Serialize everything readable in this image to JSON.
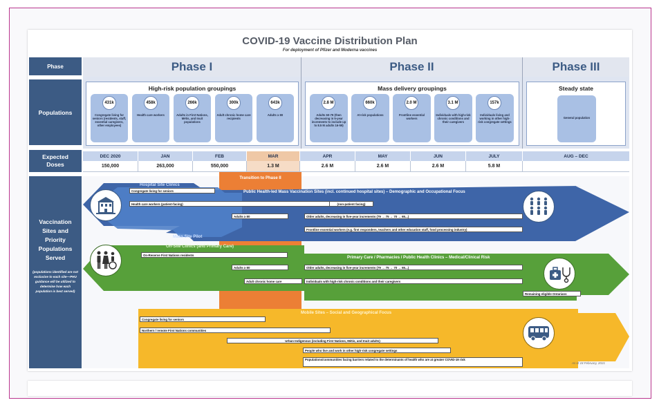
{
  "title": "COVID-19 Vaccine Distribution Plan",
  "subtitle": "For deployment of Pfizer and Moderna vaccines",
  "row_labels": {
    "phase": "Phase",
    "populations": "Populations",
    "expected_doses_1": "Expected",
    "expected_doses_2": "Doses",
    "vaccination_sites": "Vaccination Sites and Priority Populations Served",
    "footnote": "(populations identified are not exclusive to each site—PHU guidance will be utilized to determine how each population is best served)"
  },
  "phases": [
    "Phase I",
    "Phase II",
    "Phase III"
  ],
  "population_groups": {
    "p1_title": "High-risk population groupings",
    "p2_title": "Mass delivery groupings",
    "p3_title": "Steady state"
  },
  "populations_p1": [
    {
      "count": "431k",
      "desc": "Congregate living for seniors (residents, staff, essential caregivers, other employees)"
    },
    {
      "count": "458k",
      "desc": "Health care workers"
    },
    {
      "count": "266k",
      "desc": "Adults in First Nations, Métis, and Inuit populations"
    },
    {
      "count": "300k",
      "desc": "Adult chronic home care recipients"
    },
    {
      "count": "643k",
      "desc": "Adults ≥ 80"
    }
  ],
  "populations_p2": [
    {
      "count": "2.8 M",
      "desc": "Adults 60-79 (then decreasing in 5-year increments to include up to 8.5 M adults 16-59)"
    },
    {
      "count": "660k",
      "desc": "At-risk populations"
    },
    {
      "count": "2.0 M",
      "desc": "Frontline essential workers"
    },
    {
      "count": "3.1 M",
      "desc": "Individuals with high-risk chronic conditions and their caregivers"
    },
    {
      "count": "157k",
      "desc": "Individuals living and working in other high-risk congregate settings"
    }
  ],
  "populations_p3": [
    {
      "desc": "General population"
    }
  ],
  "months": [
    "DEC 2020",
    "JAN",
    "FEB",
    "MAR",
    "APR",
    "MAY",
    "JUN",
    "JULY",
    "AUG – DEC"
  ],
  "doses": [
    "150,000",
    "263,000",
    "550,000",
    "1.3 M",
    "2.6 M",
    "2.6 M",
    "2.6 M",
    "5.8 M",
    ""
  ],
  "transition": "Transition to Phase II",
  "blue_band": {
    "sub1": "Hospital Site Clinics",
    "title": "Public Health-led Mass Vaccination Sites (incl. continued hospital sites) – Demographic and Occupational Focus",
    "sub2": "Mass Site Pilot",
    "labels": [
      "Congregate living for seniors",
      "Health care workers (patient-facing)",
      "(non-patient facing)",
      "Adults ≥ 80",
      "Older adults, decreasing in five-year increments (79 → 75 → 70 → 65...)",
      "Frontline essential workers (e.g. first responders, teachers and other education staff, food processing industry)"
    ]
  },
  "green_band": {
    "sub1": "On-Site Clinics (and Primary Care)",
    "title": "Primary Care / Pharmacies / Public Health Clinics – Medical/Clinical Risk",
    "labels": [
      "On-Reserve First Nations residents",
      "Adults ≥ 80",
      "Older adults, decreasing in five-year increments (79 → 75 → 70 → 65...)",
      "Adult chronic home care",
      "Individuals with high-risk chronic conditions and their caregivers",
      "Remaining eligible Ontarians"
    ]
  },
  "yellow_band": {
    "title": "Mobile Sites – Social and Geographical Focus",
    "labels": [
      "Congregate living for seniors",
      "Northern / remote First Nations communities",
      "Urban Indigenous (including First Nations, Métis, and Inuit adults)",
      "People who live and work in other high-risk congregate settings",
      "Populations/communities facing barriers related to the determinants of health who are at greater COVID-19 risk"
    ]
  },
  "as_of": "As of 18 February, 2021",
  "icons": [
    "hospital-icon",
    "people-group-icon",
    "family-icon",
    "medical-bag-icon",
    "bus-icon"
  ],
  "colors": {
    "navy": "#3c5b84",
    "blue_band": "#4872b8",
    "green_band": "#58a03a",
    "yellow_band": "#f6b82a",
    "orange_transition": "#ea7424"
  }
}
